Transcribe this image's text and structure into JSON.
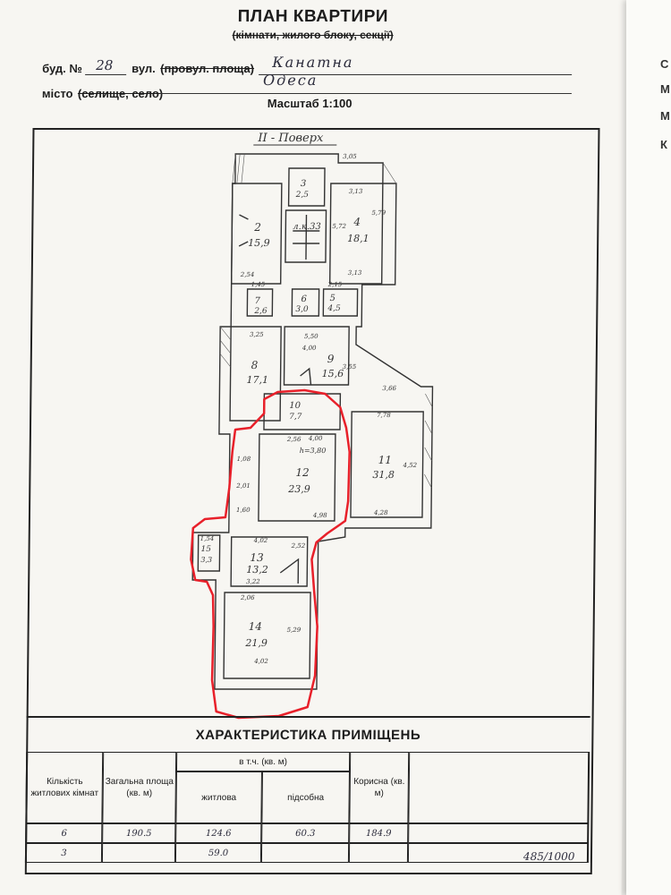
{
  "header": {
    "title": "ПЛАН КВАРТИРИ",
    "subtitle": "(кімнати, жилого блоку, секції)",
    "building_label": "буд. №",
    "building_number": "28",
    "street_label": "вул.",
    "street_alt_label": "(провул. площа)",
    "street_value": "Канатна",
    "city_label": "місто",
    "city_alt_label": "(селище, село)",
    "city_value": "Одеса",
    "scale_label": "Масштаб 1:100"
  },
  "plan": {
    "floor_label": "II - Поверх",
    "rooms": [
      {
        "number": "2",
        "area": "15,9"
      },
      {
        "number": "3",
        "area": "2,5"
      },
      {
        "number": "4",
        "area": "18,1"
      },
      {
        "number": "5",
        "area": "4,5"
      },
      {
        "number": "6",
        "area": "3,0"
      },
      {
        "number": "7",
        "area": "2,6"
      },
      {
        "number": "8",
        "area": "17,1"
      },
      {
        "number": "9",
        "area": "15,6"
      },
      {
        "number": "10",
        "area": "7,7"
      },
      {
        "number": "11",
        "area": "31,8"
      },
      {
        "number": "12",
        "area": "23,9"
      },
      {
        "number": "13",
        "area": "13,2"
      },
      {
        "number": "14",
        "area": "21,9"
      },
      {
        "number": "15",
        "area": "3,3"
      }
    ],
    "stair_label": "л.к.33",
    "ceiling_note": "h=3,80",
    "dims": [
      "3,05",
      "3,13",
      "5,79",
      "2,54",
      "3,13",
      "5,72",
      "1,45",
      "2,15",
      "3,25",
      "4,00",
      "5,50",
      "3,55",
      "3,66",
      "7,78",
      "2,56",
      "4,00",
      "4,52",
      "4,98",
      "4,28",
      "4,02",
      "2,52",
      "3,22",
      "2,06",
      "4,02",
      "5,29",
      "1,54",
      "1,08",
      "2,01",
      "1,60"
    ]
  },
  "characteristics": {
    "title": "ХАРАКТЕРИСТИКА ПРИМІЩЕНЬ",
    "headers": {
      "rooms_count": "Кількість житлових кімнат",
      "total_area": "Загальна площа (кв. м)",
      "including": "в т.ч. (кв. м)",
      "living": "житлова",
      "auxiliary": "підсобна",
      "useful": "Корисна (кв. м)"
    },
    "rows": [
      {
        "rooms": "6",
        "total": "190.5",
        "living": "124.6",
        "auxiliary": "60.3",
        "useful": "184.9"
      },
      {
        "rooms": "3",
        "total": "59.0",
        "living": "",
        "auxiliary": "",
        "useful": ""
      }
    ],
    "fraction": "485/1000"
  },
  "edge_letters": [
    "С",
    "М",
    "М",
    "К"
  ],
  "colors": {
    "highlight": "#e8202a",
    "ink": "#1c1c1c"
  }
}
